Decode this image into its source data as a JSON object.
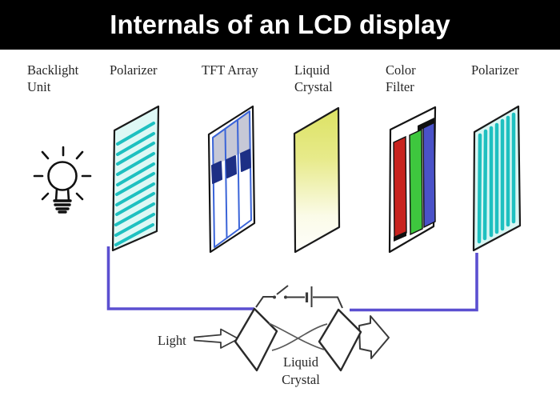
{
  "header": {
    "title": "Internals of an LCD display",
    "bg_color": "#000000",
    "text_color": "#ffffff"
  },
  "layers": [
    {
      "name": "backlight-unit",
      "label": "Backlight Unit"
    },
    {
      "name": "polarizer-front",
      "label": "Polarizer"
    },
    {
      "name": "tft-array",
      "label": "TFT Array"
    },
    {
      "name": "liquid-crystal",
      "label": "Liquid Crystal"
    },
    {
      "name": "color-filter",
      "label": "Color Filter"
    },
    {
      "name": "polarizer-rear",
      "label": "Polarizer"
    }
  ],
  "bottom_diagram": {
    "light_label": "Light",
    "liquid_crystal_label": "Liquid Crystal"
  },
  "icons": {
    "backlight": "light-bulb-icon",
    "circuit": [
      "switch-icon",
      "battery-icon"
    ],
    "arrows": [
      "light-input-arrow",
      "light-output-arrow"
    ]
  },
  "colors": {
    "polarizer_bg": "#def8f5",
    "polarizer_stripe": "#1ec0c0",
    "purple_connector": "#5b4fd0",
    "tft_line_blue": "#3a64d8",
    "tft_pad_navy": "#1d2f85",
    "tft_gray": "#c6c8d6",
    "liquid_crystal_yellow": "#dce263",
    "filter_red": "#c8231f",
    "filter_green": "#3ec73e",
    "filter_blue": "#4a52c8",
    "outline": "#1a1a1a"
  }
}
